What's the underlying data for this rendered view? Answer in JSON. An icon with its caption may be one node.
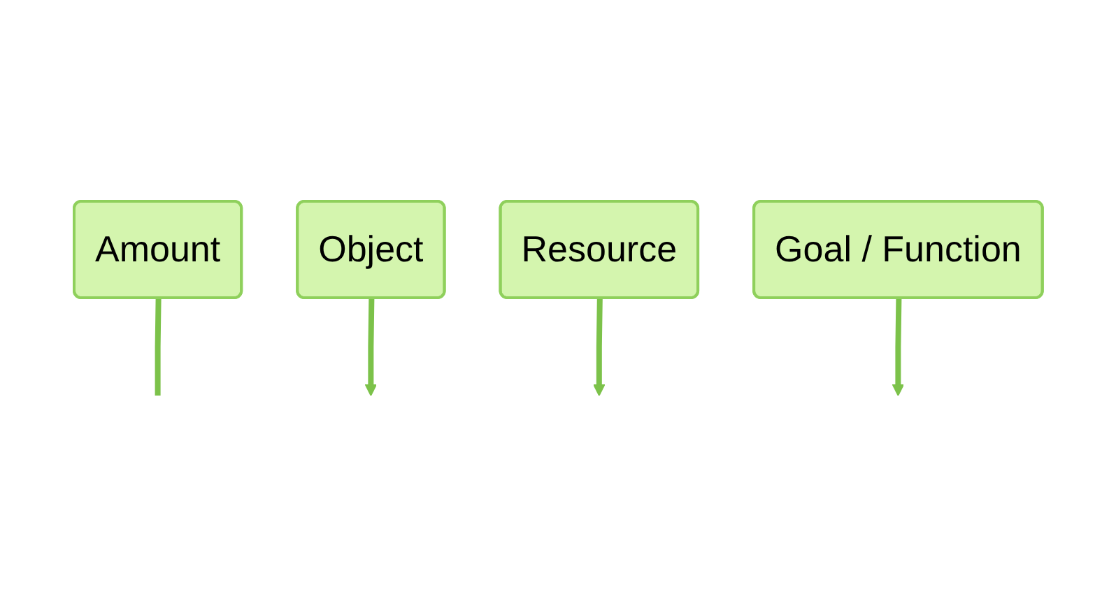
{
  "diagram": {
    "nodes": [
      {
        "text": [
          "Amount"
        ]
      },
      {
        "text": [
          "Object"
        ]
      },
      {
        "text": [
          "Resource"
        ]
      },
      {
        "text": [
          "Goal / Function"
        ]
      }
    ],
    "edges": [
      {
        "from": 0,
        "to": null,
        "arrow": "none"
      },
      {
        "from": 1,
        "to": null,
        "arrow": "to"
      },
      {
        "from": 2,
        "to": null,
        "arrow": "to"
      },
      {
        "from": 3,
        "to": null,
        "arrow": "to"
      }
    ]
  }
}
